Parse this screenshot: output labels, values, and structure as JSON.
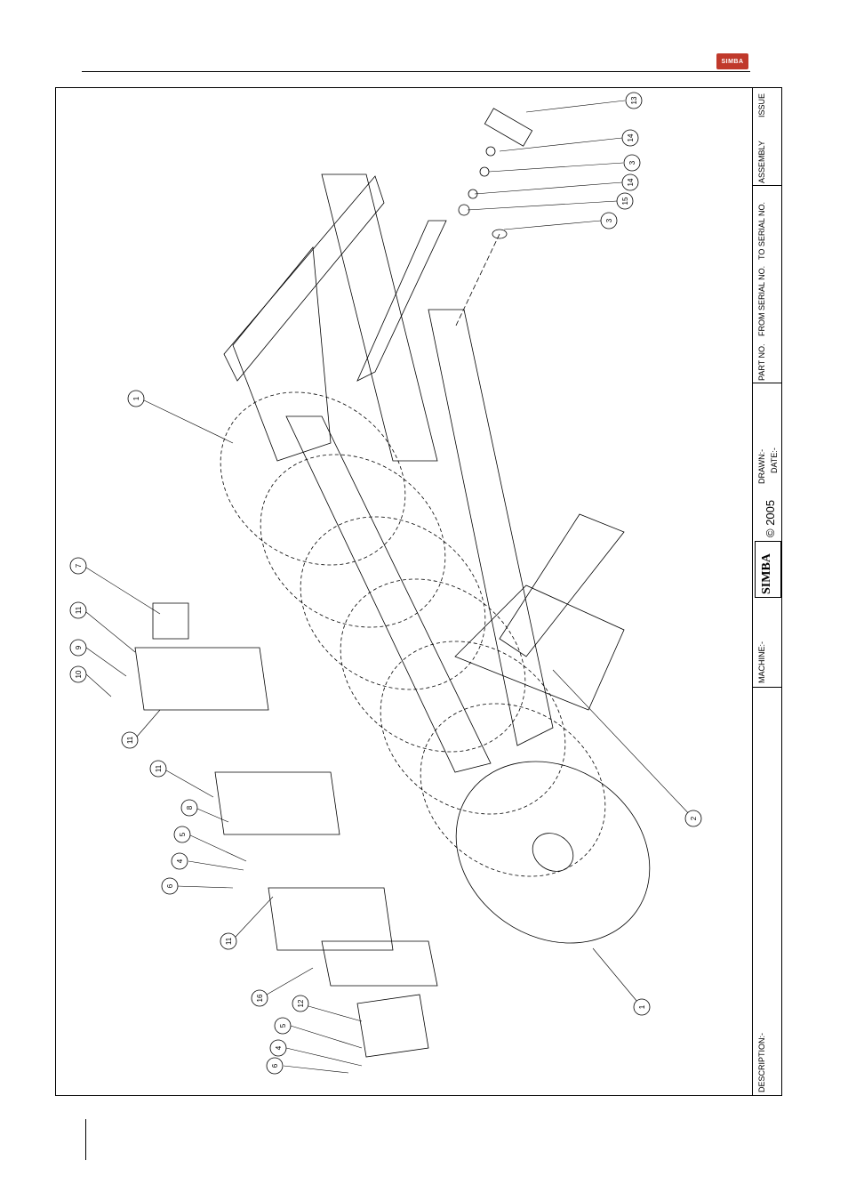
{
  "header": {
    "logo_text": "SIMBA"
  },
  "title_block": {
    "issue_label": "ISSUE",
    "assembly_label": "ASSEMBLY",
    "to_serial_label": "TO SERIAL NO.",
    "from_serial_label": "FROM SERIAL NO.",
    "part_no_label": "PART NO.",
    "drawn_label": "DRAWN:-",
    "date_label": "DATE:-",
    "brand": "SIMBA",
    "copyright": "© 2005",
    "machine_label": "MACHINE:-",
    "description_label": "DESCRIPTION:-"
  },
  "callouts": [
    {
      "n": "13"
    },
    {
      "n": "14"
    },
    {
      "n": "3"
    },
    {
      "n": "14"
    },
    {
      "n": "15"
    },
    {
      "n": "3"
    },
    {
      "n": "1"
    },
    {
      "n": "7"
    },
    {
      "n": "11"
    },
    {
      "n": "9"
    },
    {
      "n": "10"
    },
    {
      "n": "11"
    },
    {
      "n": "11"
    },
    {
      "n": "8"
    },
    {
      "n": "5"
    },
    {
      "n": "4"
    },
    {
      "n": "6"
    },
    {
      "n": "11"
    },
    {
      "n": "16"
    },
    {
      "n": "12"
    },
    {
      "n": "5"
    },
    {
      "n": "4"
    },
    {
      "n": "6"
    },
    {
      "n": "2"
    },
    {
      "n": "1"
    }
  ]
}
